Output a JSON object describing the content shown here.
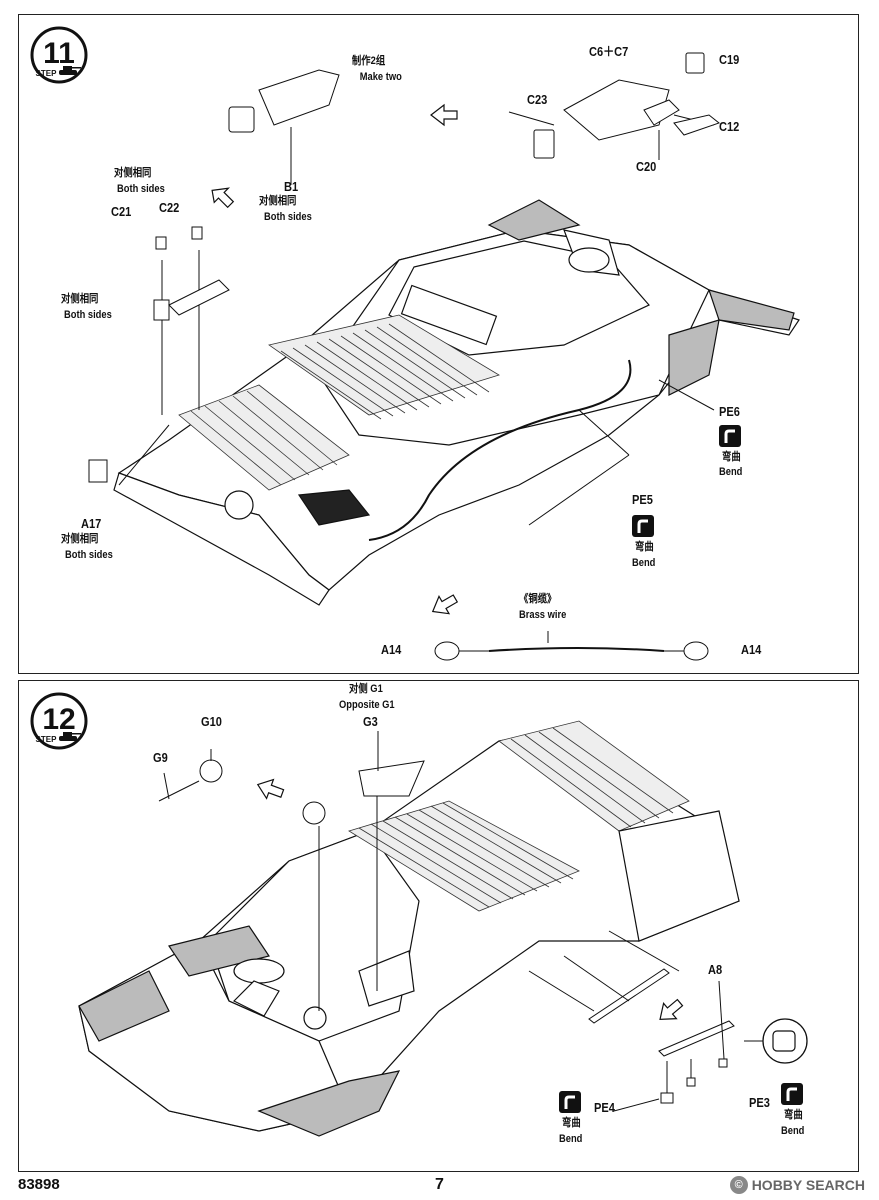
{
  "footer": {
    "model_code": "83898",
    "page_number": "7",
    "watermark_symbol": "©",
    "watermark_text": "HOBBY SEARCH"
  },
  "step11": {
    "number": "11",
    "step_word": "STEP",
    "labels": {
      "make_two_cn": "制作2组",
      "make_two_en": "Make two",
      "c6_c7": "C6＋C7",
      "c19": "C19",
      "c23": "C23",
      "c12": "C12",
      "c20": "C20",
      "b1": "B1",
      "b1_cn": "对侧相同",
      "b1_en": "Both sides",
      "c21c22_cn": "对侧相同",
      "c21c22_en": "Both sides",
      "c21": "C21",
      "c22": "C22",
      "left_cn": "对侧相同",
      "left_en": "Both sides",
      "pe6": "PE6",
      "pe6_bend_cn": "弯曲",
      "pe6_bend_en": "Bend",
      "pe5": "PE5",
      "pe5_bend_cn": "弯曲",
      "pe5_bend_en": "Bend",
      "a17": "A17",
      "a17_cn": "对侧相同",
      "a17_en": "Both sides",
      "wire_cn": "《铜缆》",
      "wire_en": "Brass wire",
      "a14_left": "A14",
      "a14_right": "A14"
    }
  },
  "step12": {
    "number": "12",
    "step_word": "STEP",
    "labels": {
      "g1_cn": "对侧 G1",
      "g1_en": "Opposite G1",
      "g3": "G3",
      "g10": "G10",
      "g9": "G9",
      "a8": "A8",
      "pe4": "PE4",
      "pe4_bend_cn": "弯曲",
      "pe4_bend_en": "Bend",
      "pe3": "PE3",
      "pe3_bend_cn": "弯曲",
      "pe3_bend_en": "Bend"
    }
  },
  "icons": [
    "step-badge-icon",
    "tank-silhouette-icon",
    "bend-icon",
    "direction-arrow-icon"
  ]
}
